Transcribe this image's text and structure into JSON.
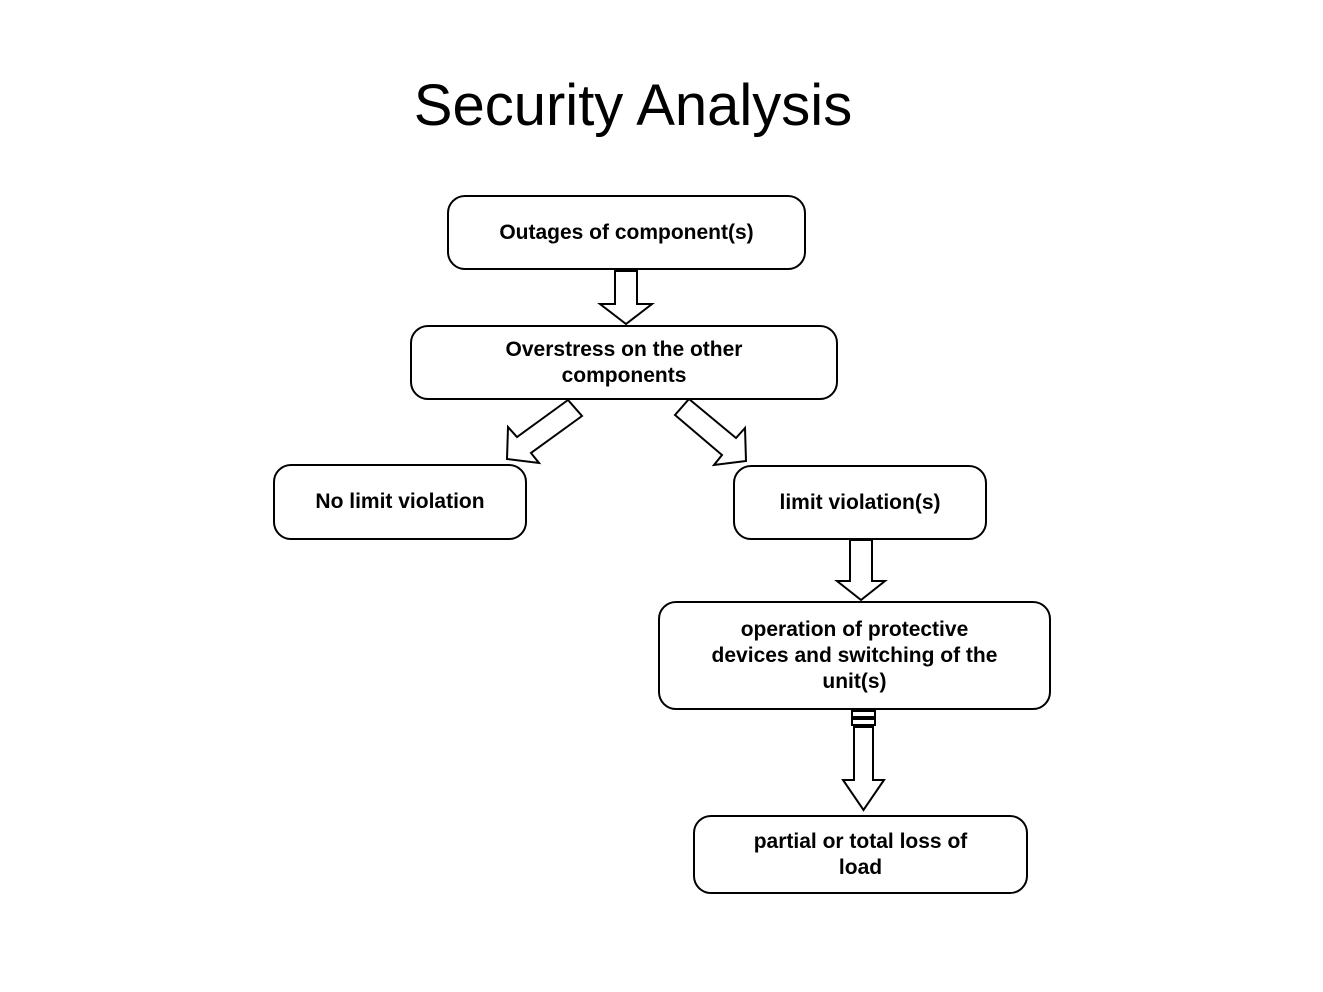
{
  "title": "Security Analysis",
  "diagram": {
    "background_color": "#ffffff",
    "box_fill_color": "#ffffff",
    "box_border_color": "#000000",
    "text_color": "#000000",
    "nodes": [
      {
        "id": "outages",
        "lines": [
          "Outages of component(s)"
        ]
      },
      {
        "id": "overstress",
        "lines": [
          "Overstress on the other",
          "components"
        ]
      },
      {
        "id": "no-limit-violation",
        "lines": [
          "No limit violation"
        ]
      },
      {
        "id": "limit-violation",
        "lines": [
          "limit violation(s)"
        ]
      },
      {
        "id": "protective-switching",
        "lines": [
          "operation of protective",
          "devices and switching of the",
          "unit(s)"
        ]
      },
      {
        "id": "loss-of-load",
        "lines": [
          "partial or total loss of",
          "load"
        ]
      }
    ],
    "edges": [
      {
        "from": "outages",
        "to": "overstress",
        "style": "hollow-block-arrow-down"
      },
      {
        "from": "overstress",
        "to": "no-limit-violation",
        "style": "hollow-block-arrow-diagonal-left"
      },
      {
        "from": "overstress",
        "to": "limit-violation",
        "style": "hollow-block-arrow-diagonal-right"
      },
      {
        "from": "limit-violation",
        "to": "protective-switching",
        "style": "hollow-block-arrow-down"
      },
      {
        "from": "protective-switching",
        "to": "loss-of-load",
        "style": "hollow-block-arrow-down-segmented"
      }
    ]
  }
}
